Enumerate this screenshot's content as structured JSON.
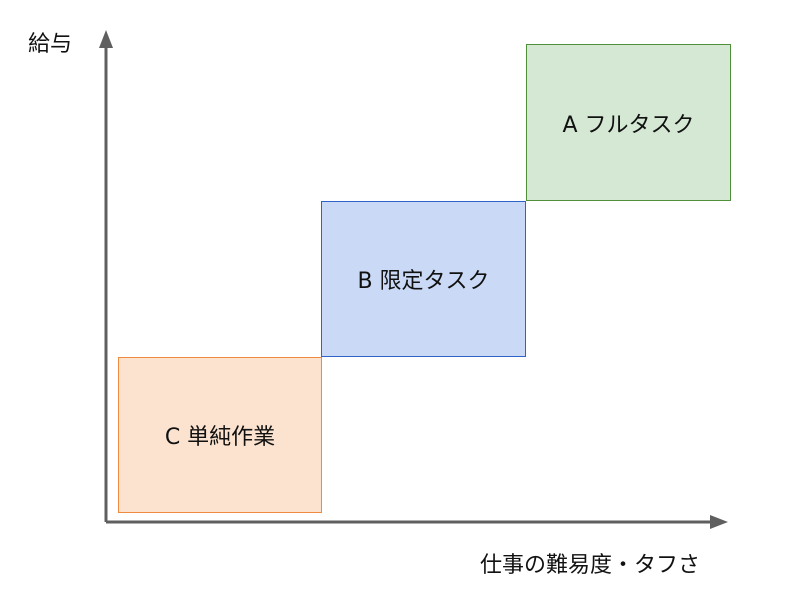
{
  "axes": {
    "y_label": "給与",
    "x_label": "仕事の難易度・タフさ",
    "axis_color": "#5f5f5f"
  },
  "boxes": [
    {
      "key": "a",
      "label": "A フルタスク",
      "fill": "#d5e8d4",
      "stroke": "#4f8f3a"
    },
    {
      "key": "b",
      "label": "B 限定タスク",
      "fill": "#cad9f5",
      "stroke": "#2f63c8"
    },
    {
      "key": "c",
      "label": "C 単純作業",
      "fill": "#fbe3cf",
      "stroke": "#ef8a3e"
    }
  ]
}
